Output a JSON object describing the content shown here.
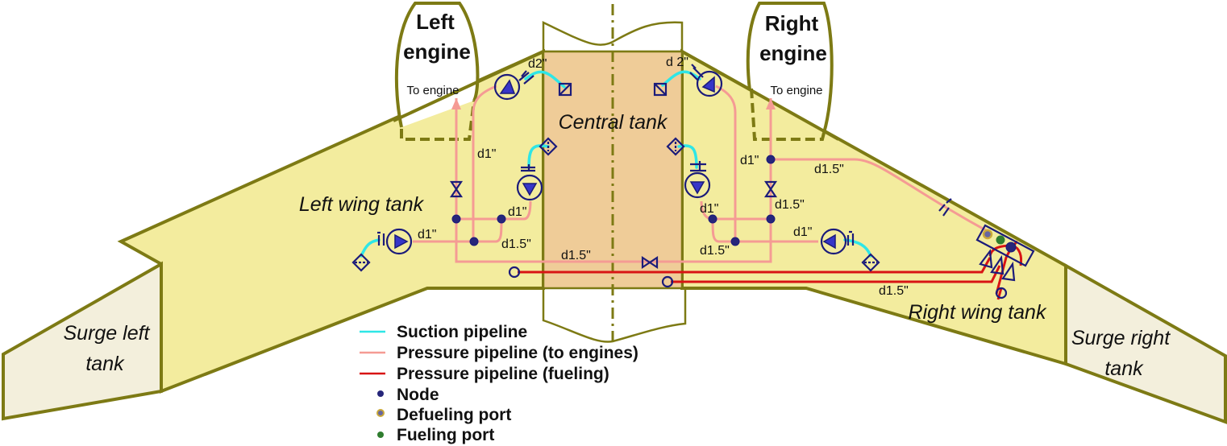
{
  "diagram": {
    "title": "Aircraft fuel system schematic",
    "engines": {
      "left": {
        "line1": "Left",
        "line2": "engine",
        "note": "To engine"
      },
      "right": {
        "line1": "Right",
        "line2": "engine",
        "note": "To engine"
      }
    },
    "tanks": {
      "central": "Central tank",
      "left_wing": "Left wing tank",
      "right_wing": "Right wing tank",
      "surge_left": {
        "line1": "Surge left",
        "line2": "tank"
      },
      "surge_right": {
        "line1": "Surge right",
        "line2": "tank"
      }
    },
    "pipe_labels": {
      "left_d2": "d2\"",
      "right_d2": "d 2\"",
      "left_d1_riser": "d1\"",
      "left_d1_center_pump": "d1\"",
      "left_d1_wing_pump": "d1\"",
      "left_d15": "d1.5\"",
      "center_d15": "d1.5\"",
      "right_d1_riser": "d1\"",
      "right_d15_upper": "d1.5\"",
      "right_d15_valve": "d1.5\"",
      "right_d1_center_pump": "d1\"",
      "right_d1_wing_pump": "d1\"",
      "right_d15_lower": "d1.5\"",
      "fueling_d15": "d1.5\""
    },
    "colors": {
      "suction": "#2ee6e6",
      "pressure_engines": "#f59b94",
      "pressure_fueling": "#d81414",
      "node": "#26267a",
      "defueling_port": "#c9a83a",
      "fueling_port": "#2f7d2f",
      "wing_fill": "#f3ec9e",
      "central_fill": "#efcc98",
      "surge_fill": "#f3efdc",
      "outline": "#7d7a14"
    }
  },
  "legend": {
    "items": [
      {
        "label": "Suction pipeline",
        "symbol": "line-cyan"
      },
      {
        "label": "Pressure pipeline (to engines)",
        "symbol": "line-pink"
      },
      {
        "label": "Pressure pipeline (fueling)",
        "symbol": "line-red"
      },
      {
        "label": "Node",
        "symbol": "dot-navy"
      },
      {
        "label": "Defueling port",
        "symbol": "dot-gold"
      },
      {
        "label": "Fueling port",
        "symbol": "dot-green"
      }
    ]
  }
}
